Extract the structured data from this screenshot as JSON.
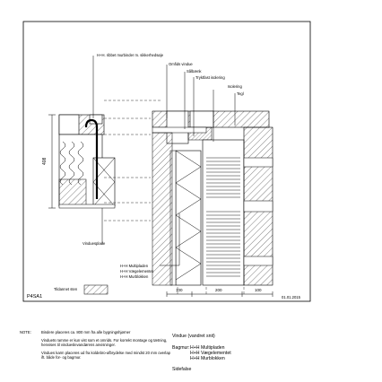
{
  "callouts": {
    "murbinder": "H+H. ribbet murbinder m. sikkerhedsøje",
    "omfids_vindue": "Omfids vindue",
    "sålbænk": "Sålbænk",
    "tryktfast_isolering": "Tryktfast isolering",
    "isolering": "Isolering",
    "tegl": "Tegl",
    "vinduesplade": "Vinduesplade",
    "product1": "H+H Multipladen",
    "product2": "H+H Vægelementet",
    "product3": "H+H Murblokken",
    "tildannet_sten": "Tildannet sten"
  },
  "dimension": {
    "vertical": "408"
  },
  "bottom_dims": [
    "100",
    "200",
    "100"
  ],
  "title_block": {
    "code": "P4SA1",
    "date": "01.01.2015"
  },
  "notes": {
    "label": "NOTE:",
    "lines": [
      "Bindere placeres ca. 800 mm fra alle bygningshjørner",
      "Vinduets ramme er kun vist som et omrids. For korrekt montage og tætning, henvises til vindueslevandørens anvisninger.",
      "Vindues karm placeres ud fra koldebro-afbrydelse med mindst 20 mm overlap ift. både for- og bagmur."
    ]
  },
  "legend": {
    "title": "Vindue (vandret snit)",
    "bagmur_label": "Bagmur:",
    "bagmur_items": [
      "H+H Multipladen",
      "H+H Vægelementet",
      "H+H Murblokken"
    ],
    "sidefalse": "Sidefalse"
  }
}
